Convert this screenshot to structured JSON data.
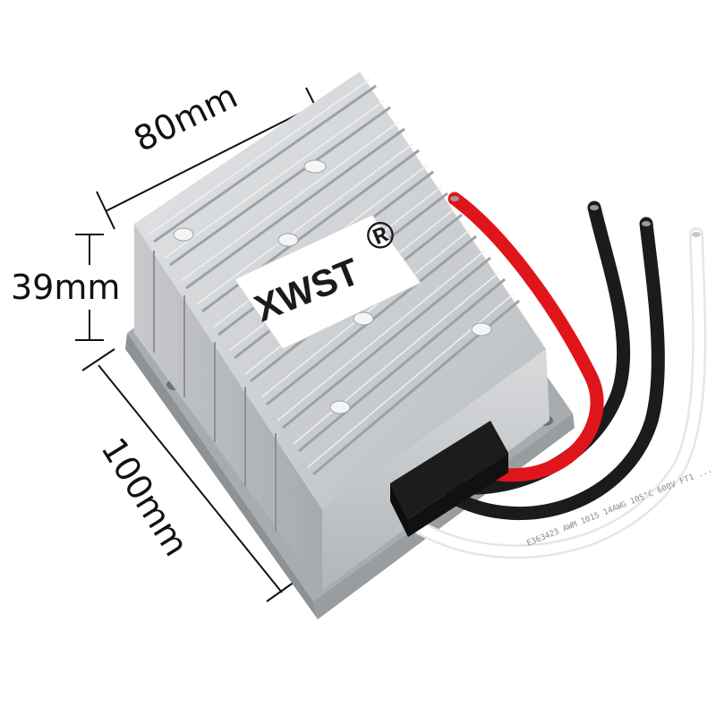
{
  "product": {
    "brand": "XWST",
    "brand_mark": "®",
    "wire_print": "E363423  AWM  1015  14AWG  105°C  600V  FT1 ...",
    "wires": [
      "red",
      "black",
      "black",
      "white"
    ]
  },
  "dimensions": {
    "length": "80mm",
    "height": "39mm",
    "width": "100mm"
  },
  "colors": {
    "housing": "#c9cbcd",
    "housing_shadow": "#9ea1a4",
    "red_wire": "#e0151b",
    "black_wire": "#1b1b1b",
    "white_wire": "#f2f2f2"
  }
}
